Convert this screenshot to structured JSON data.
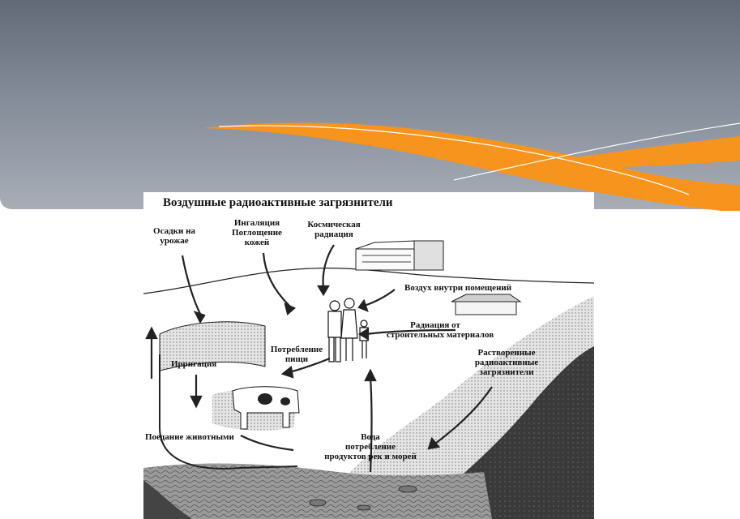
{
  "figure": {
    "title": "Воздушные радиоактивные загрязнители",
    "labels": {
      "precipitation": "Осадки на\nурожае",
      "inhalation": "Ингаляция\nПоглощение\nкожей",
      "cosmic": "Космическая\nрадиация",
      "indoor_air": "Воздух внутри помещений",
      "building_radiation": "Радиация от\nстроительных материалов",
      "dissolved": "Растворенные\nрадиоактивные\nзагрязнители",
      "food": "Потребление\nпищи",
      "irrigation": "Ирригация",
      "animals": "Поедание животными",
      "water": "Вода\nпотребление\nпродуктов рек и морей"
    }
  },
  "colors": {
    "accent": "#f7941d",
    "header": "#838b98"
  }
}
